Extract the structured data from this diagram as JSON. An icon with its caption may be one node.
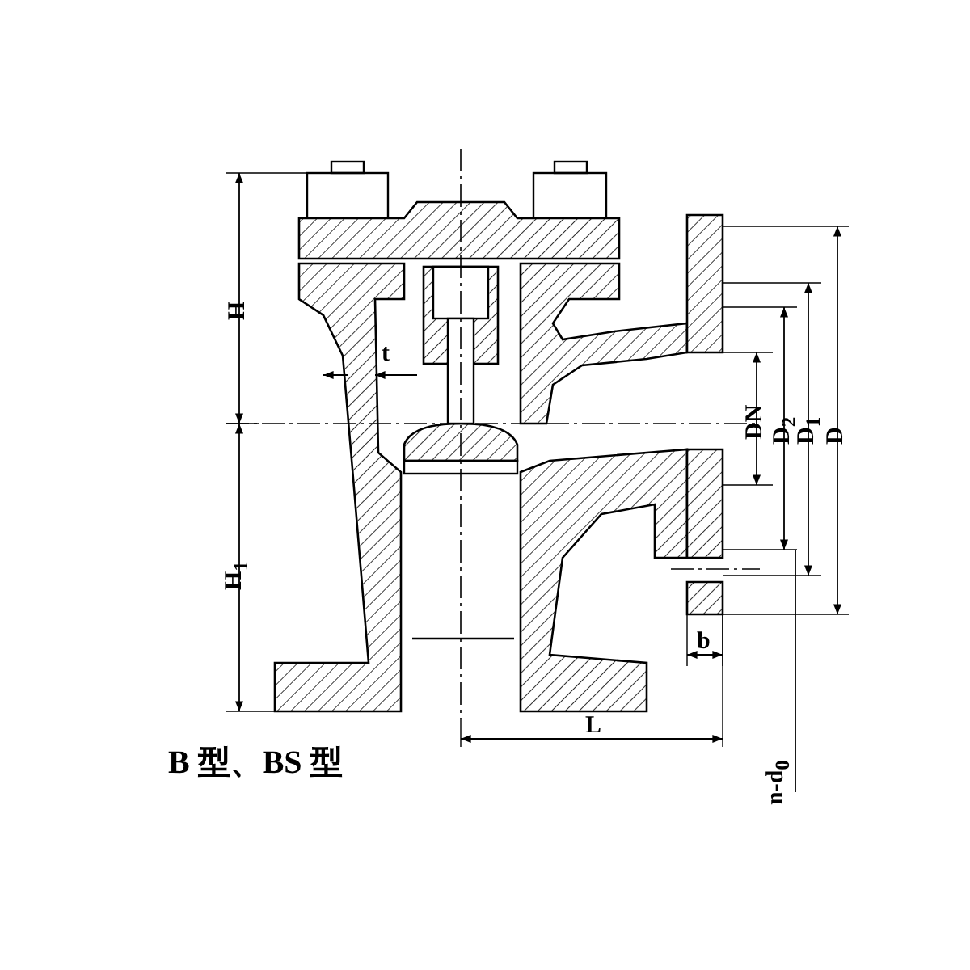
{
  "diagram": {
    "caption": "B 型、BS 型",
    "labels": [
      "H",
      "H$_{1}$",
      "t",
      "DN",
      "D$_{2}$",
      "D$_{1}$",
      "D",
      "b",
      "L",
      "n-d$_{0}$"
    ]
  }
}
